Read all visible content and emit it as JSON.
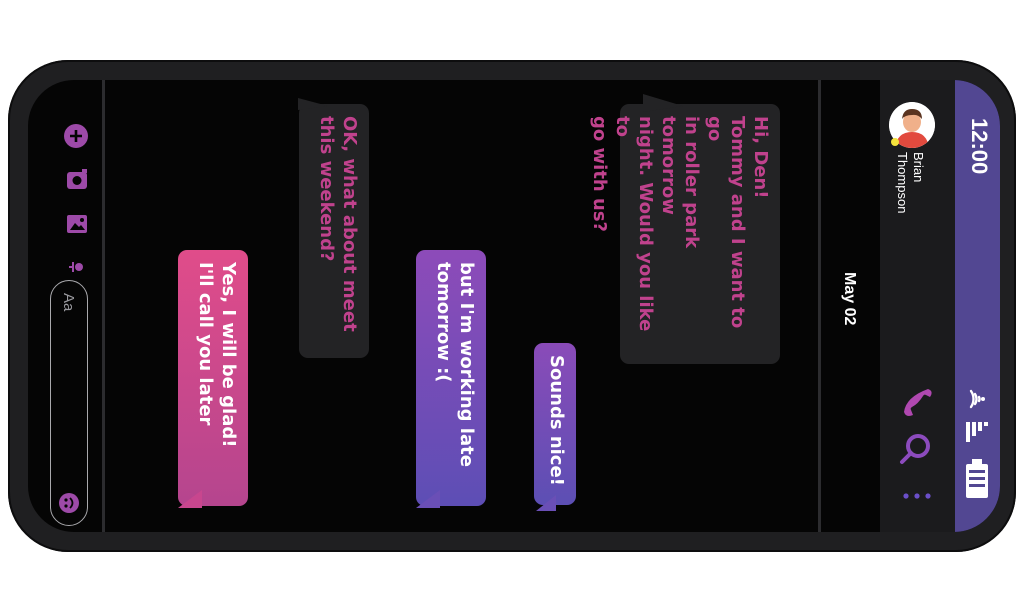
{
  "status_bar": {
    "time": "12:00",
    "wifi_icon": "wifi-icon",
    "signal_icon": "signal-icon",
    "battery_icon": "battery-icon"
  },
  "contact": {
    "name": "Brian Thompson",
    "avatar_icon": "avatar"
  },
  "header_actions": {
    "call_icon": "phone-icon",
    "search_icon": "search-icon",
    "more_icon": "more-dots-icon"
  },
  "date_separator": "May 02",
  "messages": [
    {
      "from": "them",
      "text": "Hi, Den!\nTommy and I want to go\nin roller park tomorrow\nnight. Would you like to\ngo with us?"
    },
    {
      "from": "me",
      "text": "Sounds nice!"
    },
    {
      "from": "them",
      "text": "OK, what about meet\nthis weekend?"
    },
    {
      "from": "me",
      "text": "but I'm working late\ntomorrow :("
    },
    {
      "from": "me",
      "text": "Yes, I will be glad!\nI'll call you later"
    }
  ],
  "composer": {
    "placeholder": "Aa",
    "add_icon": "plus-icon",
    "camera_icon": "camera-icon",
    "image_icon": "image-icon",
    "mic_icon": "microphone-icon",
    "emoji_icon": "emoji-icon"
  },
  "colors": {
    "status_bar": "#524792",
    "received_text": "#c0428d",
    "sent_gradient_start": "#7a4bb5",
    "sent_gradient_end": "#e04c8a",
    "accent": "#b048b0"
  }
}
